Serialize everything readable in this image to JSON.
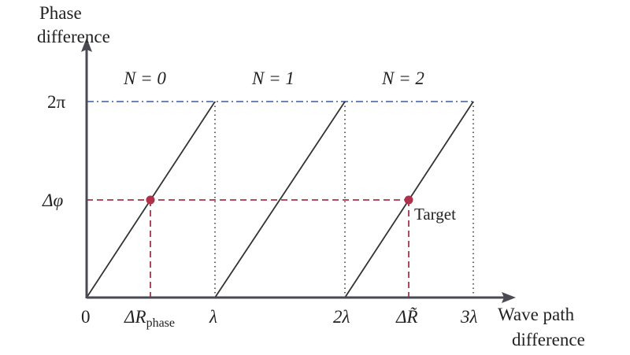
{
  "y_axis": {
    "label_line1": "Phase",
    "label_line2": "difference"
  },
  "x_axis": {
    "label_line1": "Wave path",
    "label_line2": "difference"
  },
  "y_ticks": {
    "two_pi": "2π",
    "delta_phi": "Δφ"
  },
  "x_ticks": {
    "zero": "0",
    "delta_r_phase_main": "ΔR",
    "delta_r_phase_sub": "phase",
    "lambda": "λ",
    "two_lambda": "2λ",
    "delta_r_tilde": "ΔR̃",
    "three_lambda": "3λ"
  },
  "regions": [
    "N = 0",
    "N = 1",
    "N = 2"
  ],
  "target_label": "Target",
  "colors": {
    "axis": "#4a4a52",
    "ramp": "#333333",
    "two_pi_line": "#3a5ba8",
    "target_lines": "#a8344a",
    "dots": "#b0314a"
  }
}
